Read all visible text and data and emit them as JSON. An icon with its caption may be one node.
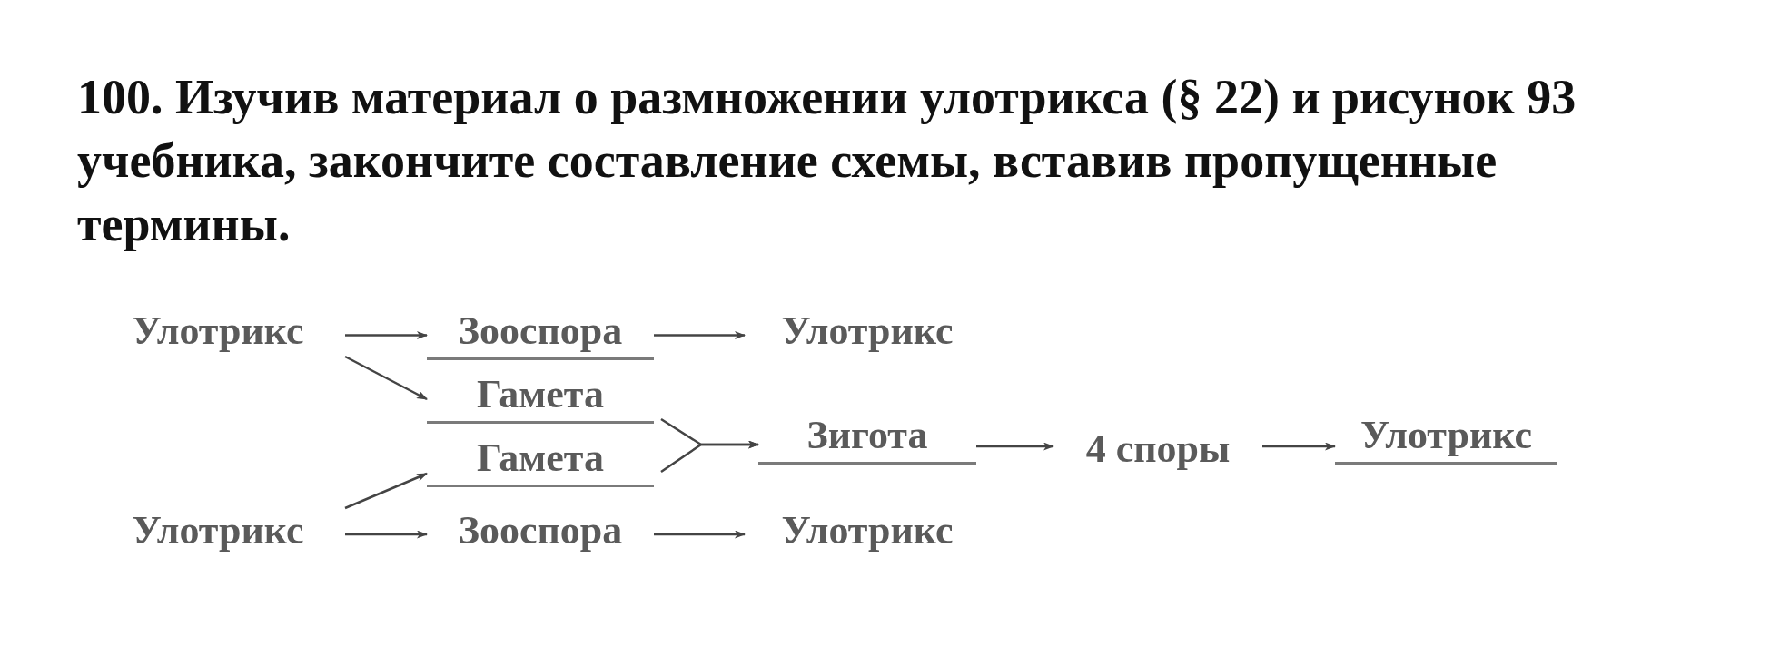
{
  "diagram": {
    "title": "100. Изучив материал о размножении улотрикса (§ 22) и рисунок 93 учебника, закончите составление схемы, вставив пропущенные термины.",
    "nodes": [
      {
        "text": [
          "Улотрикс"
        ]
      },
      {
        "text": [
          "Зооспора"
        ]
      },
      {
        "text": [
          "Улотрикс"
        ]
      },
      {
        "text": [
          "Гамета"
        ]
      },
      {
        "text": [
          "Гамета"
        ]
      },
      {
        "text": [
          "Зигота"
        ]
      },
      {
        "text": [
          "4 споры"
        ]
      },
      {
        "text": [
          "Улотрикс"
        ]
      },
      {
        "text": [
          "Улотрикс"
        ]
      },
      {
        "text": [
          "Зооспора"
        ]
      },
      {
        "text": [
          "Улотрикс"
        ]
      }
    ],
    "edges": [
      {
        "from": 0,
        "to": 1,
        "arrow": "to"
      },
      {
        "from": 0,
        "to": 3,
        "arrow": "to"
      },
      {
        "from": 1,
        "to": 2,
        "arrow": "to"
      },
      {
        "from": 3,
        "to": 5,
        "arrow": "to"
      },
      {
        "from": 4,
        "to": 5,
        "arrow": "to"
      },
      {
        "from": 5,
        "to": 6,
        "arrow": "to"
      },
      {
        "from": 6,
        "to": 7,
        "arrow": "to"
      },
      {
        "from": 8,
        "to": 4,
        "arrow": "to"
      },
      {
        "from": 8,
        "to": 9,
        "arrow": "to"
      },
      {
        "from": 9,
        "to": 10,
        "arrow": "to"
      }
    ]
  }
}
